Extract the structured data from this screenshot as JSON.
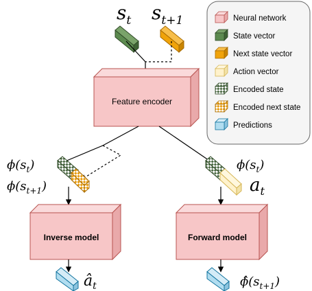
{
  "labels": {
    "s_t": "s",
    "s_t_sub": "t",
    "s_t1": "s",
    "s_t1_sub": "t+1",
    "phi_st_left": "ϕ(s",
    "phi_st_left_sub": "t",
    "phi_st_left_close": ")",
    "phi_st1_left": "ϕ(s",
    "phi_st1_left_sub": "t+1",
    "phi_st1_left_close": ")",
    "phi_st_right": "ϕ(s",
    "phi_st_right_sub": "t",
    "phi_st_right_close": ")",
    "a_t": "a",
    "a_t_sub": "t",
    "a_hat": "â",
    "a_hat_sub": "t",
    "phi_hat": "ϕ̂(s",
    "phi_hat_sub": "t+1",
    "phi_hat_close": ")"
  },
  "boxes": {
    "feature_encoder": "Feature encoder",
    "inverse_model": "Inverse model",
    "forward_model": "Forward model"
  },
  "legend": {
    "items": [
      {
        "label": "Neural network",
        "icon": "neural-network-cube",
        "color": "#f7c6c7"
      },
      {
        "label": "State vector",
        "icon": "state-vector-cube",
        "color": "#5c8a4f"
      },
      {
        "label": "Next state vector",
        "icon": "next-state-cube",
        "color": "#f0a30a"
      },
      {
        "label": "Action vector",
        "icon": "action-vector-cube",
        "color": "#fff2cc"
      },
      {
        "label": "Encoded state",
        "icon": "encoded-state-cube",
        "color": "#5c8a4f"
      },
      {
        "label": "Encoded next state",
        "icon": "encoded-next-state-cube",
        "color": "#f0a30a"
      },
      {
        "label": "Predictions",
        "icon": "predictions-cube",
        "color": "#b1ddf0"
      }
    ]
  }
}
